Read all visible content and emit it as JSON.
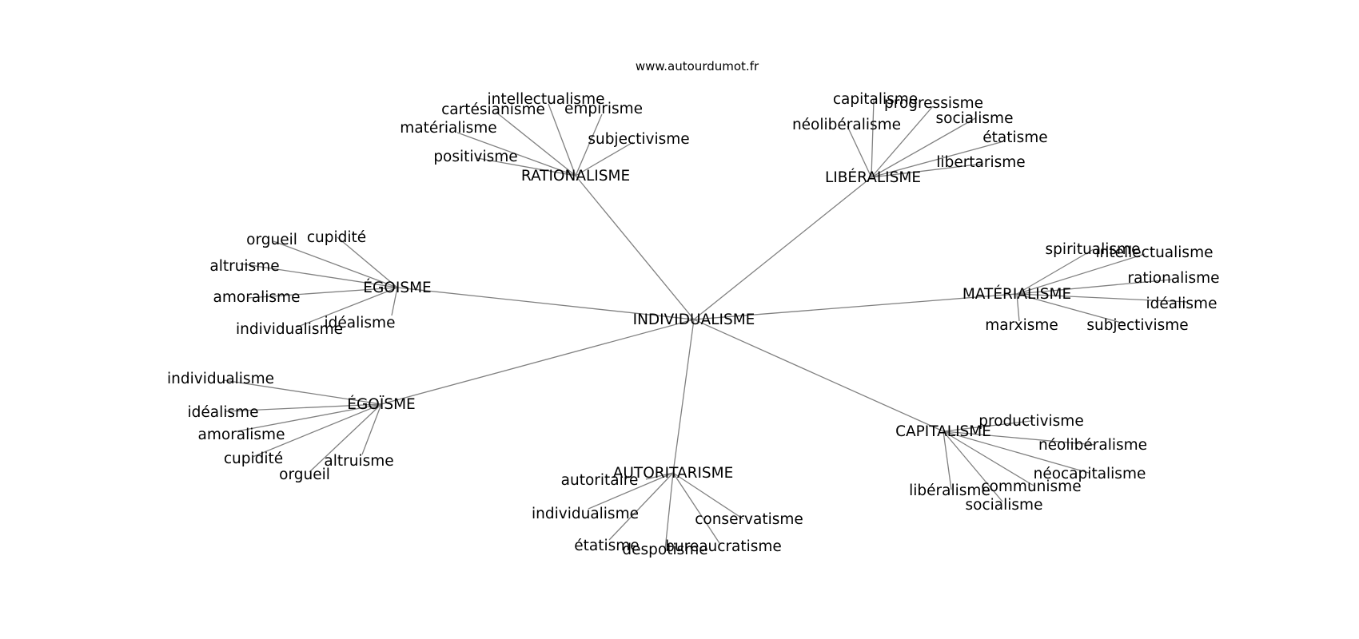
{
  "site": "www.autourdumot.fr",
  "root": {
    "label": "INDIVIDUALISME"
  },
  "colors": {
    "edge": "#808080",
    "text": "#000000",
    "background": "#ffffff"
  },
  "clusters": [
    {
      "label": "RATIONALISME",
      "words": [
        "intellectualisme",
        "cartésianisme",
        "empirisme",
        "matérialisme",
        "subjectivisme",
        "positivisme"
      ]
    },
    {
      "label": "LIBÉRALISME",
      "words": [
        "capitalisme",
        "progressisme",
        "néolibéralisme",
        "socialisme",
        "étatisme",
        "libertarisme"
      ]
    },
    {
      "label": "ÉGOISME",
      "words": [
        "orgueil",
        "cupidité",
        "altruisme",
        "amoralisme",
        "individualisme",
        "idéalisme"
      ]
    },
    {
      "label": "MATÉRIALISME",
      "words": [
        "spiritualisme",
        "intellectualisme",
        "rationalisme",
        "idéalisme",
        "marxisme",
        "subjectivisme"
      ]
    },
    {
      "label": "ÉGOÏSME",
      "words": [
        "individualisme",
        "idéalisme",
        "amoralisme",
        "cupidité",
        "altruisme",
        "orgueil"
      ]
    },
    {
      "label": "CAPITALISME",
      "words": [
        "productivisme",
        "néolibéralisme",
        "néocapitalisme",
        "libéralisme",
        "communisme",
        "socialisme"
      ]
    },
    {
      "label": "AUTORITARISME",
      "words": [
        "autoritaire",
        "individualisme",
        "conservatisme",
        "étatisme",
        "despotisme",
        "bureaucratisme"
      ]
    }
  ]
}
